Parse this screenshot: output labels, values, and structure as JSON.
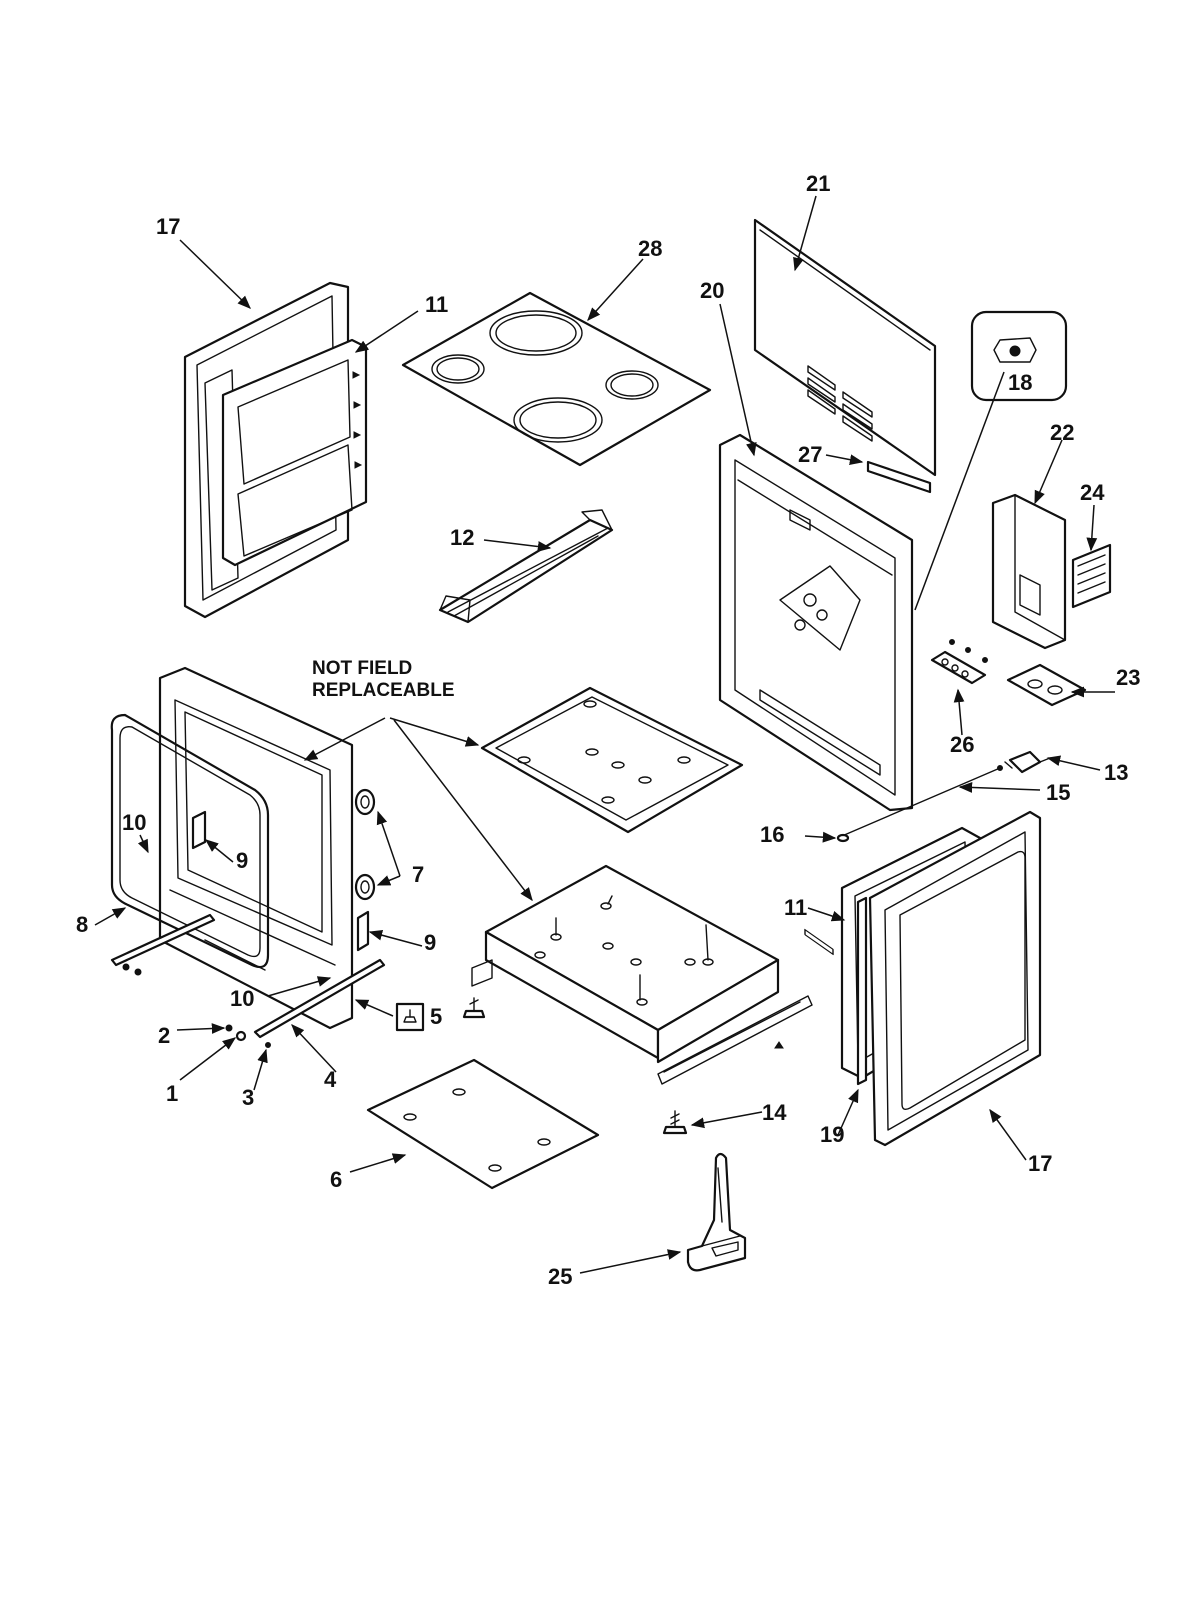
{
  "note": {
    "line1": "NOT FIELD",
    "line2": "REPLACEABLE"
  },
  "callouts": {
    "p1": "1",
    "p2": "2",
    "p3": "3",
    "p4": "4",
    "p5": "5",
    "p6": "6",
    "p7": "7",
    "p8": "8",
    "p9a": "9",
    "p9b": "9",
    "p10a": "10",
    "p10b": "10",
    "p11a": "11",
    "p11b": "11",
    "p12": "12",
    "p13": "13",
    "p14": "14",
    "p15": "15",
    "p16": "16",
    "p17a": "17",
    "p17b": "17",
    "p18": "18",
    "p19": "19",
    "p20": "20",
    "p21": "21",
    "p22": "22",
    "p23": "23",
    "p24": "24",
    "p25": "25",
    "p26": "26",
    "p27": "27",
    "p28": "28"
  }
}
